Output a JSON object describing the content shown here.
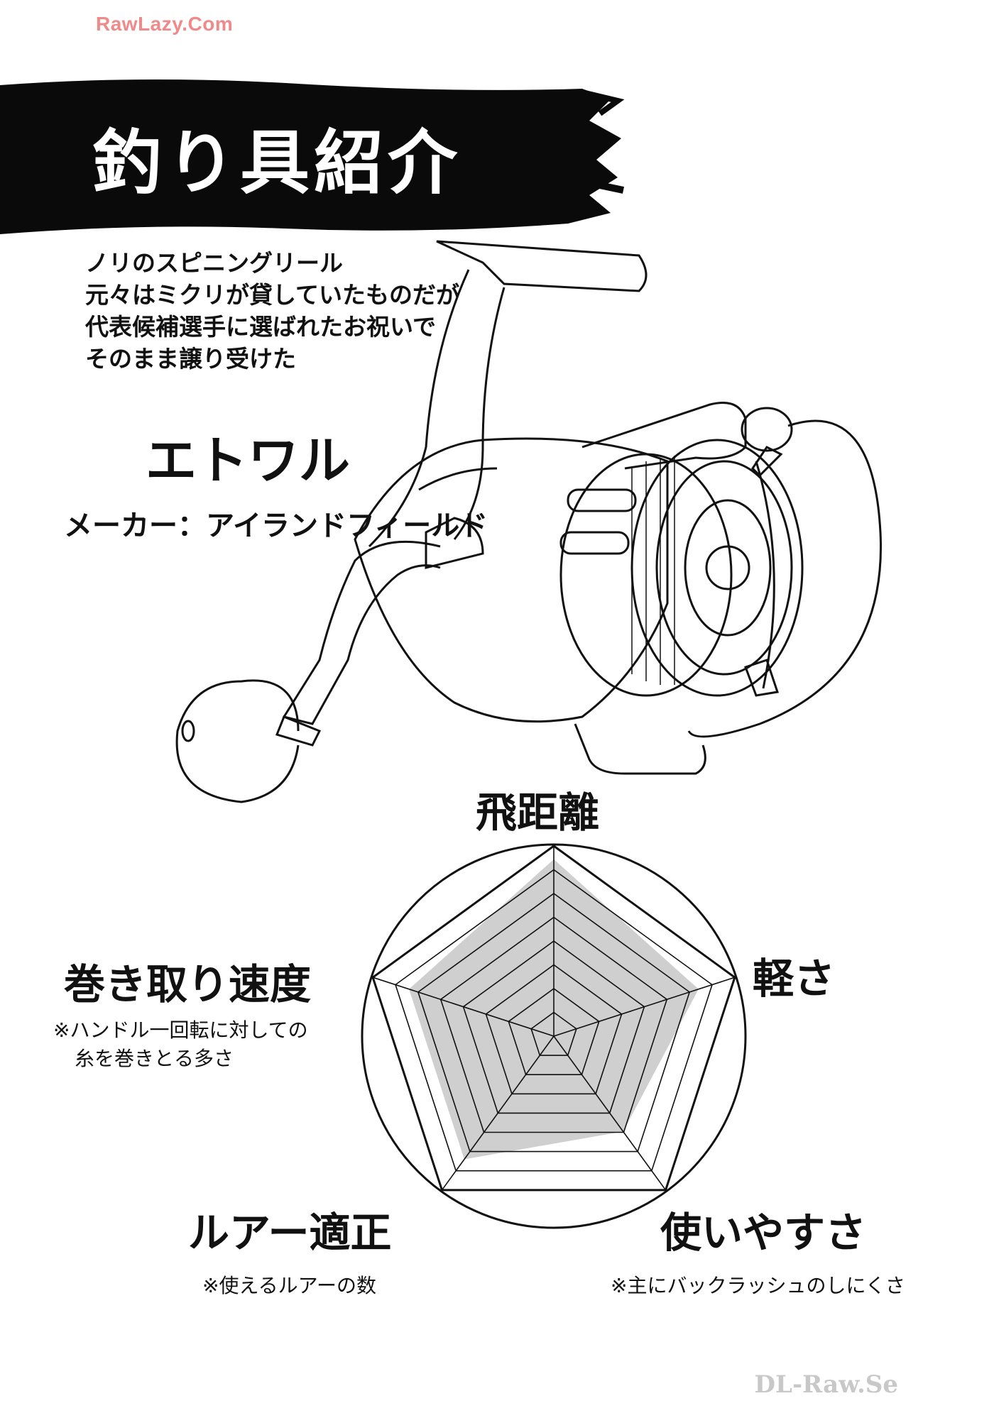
{
  "watermarks": {
    "top": "RawLazy.Com",
    "bottom": "DL-Raw.Se"
  },
  "header": {
    "title": "釣り具紹介"
  },
  "intro": {
    "lines": [
      "ノリのスピニングリール",
      "元々はミクリが貸していたものだが",
      "代表候補選手に選ばれたお祝いで",
      "そのまま譲り受けた"
    ]
  },
  "product": {
    "name": "エトワル",
    "maker": "メーカー：アイランドフィールド"
  },
  "radar": {
    "axes": [
      {
        "label": "飛距離",
        "note": "",
        "value": 0.93
      },
      {
        "label": "軽さ",
        "note": "",
        "value": 0.8
      },
      {
        "label": "使いやすさ",
        "note": "※主にバックラッシュのしにくさ",
        "value": 0.62
      },
      {
        "label": "ルアー適正",
        "note": "※使えるルアーの数",
        "value": 0.8
      },
      {
        "label": "巻き取り速度",
        "note": "※ハンドル一回転に対しての",
        "note2": "糸を巻きとる多さ",
        "value": 0.8
      }
    ],
    "levels": 8,
    "fill_color": "#cfcfcf",
    "line_color": "#111111"
  }
}
